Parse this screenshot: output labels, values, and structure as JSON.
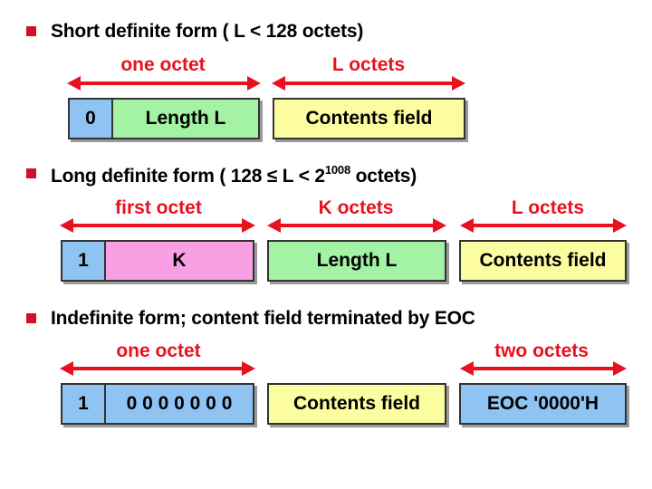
{
  "colors": {
    "bullet": "#d0102a",
    "arrow": "#e8121e",
    "blue": "#8fc4f2",
    "green": "#a4f2a4",
    "yellow": "#fcfca0",
    "pink": "#f9a0e4"
  },
  "short_form": {
    "heading": "Short definite form  ( L < 128 octets)",
    "label_one": "one octet",
    "label_two": "L octets",
    "cell_bit": "0",
    "cell_length": "Length L",
    "cell_contents": "Contents field"
  },
  "long_form": {
    "heading_prefix": "Long definite form  ( 128 ≤ L <  2",
    "heading_exponent": "1008",
    "heading_suffix": " octets)",
    "label_one": "first octet",
    "label_two": "K octets",
    "label_three": "L octets",
    "cell_bit": "1",
    "cell_k": "K",
    "cell_length": "Length L",
    "cell_contents": "Contents field"
  },
  "indefinite_form": {
    "heading": "Indefinite form; content field terminated by EOC",
    "label_one": "one octet",
    "label_two": "two octets",
    "cell_bit": "1",
    "cell_zeros": "0 0 0 0 0 0 0",
    "cell_contents": "Contents field",
    "cell_eoc": "EOC '0000'H"
  }
}
